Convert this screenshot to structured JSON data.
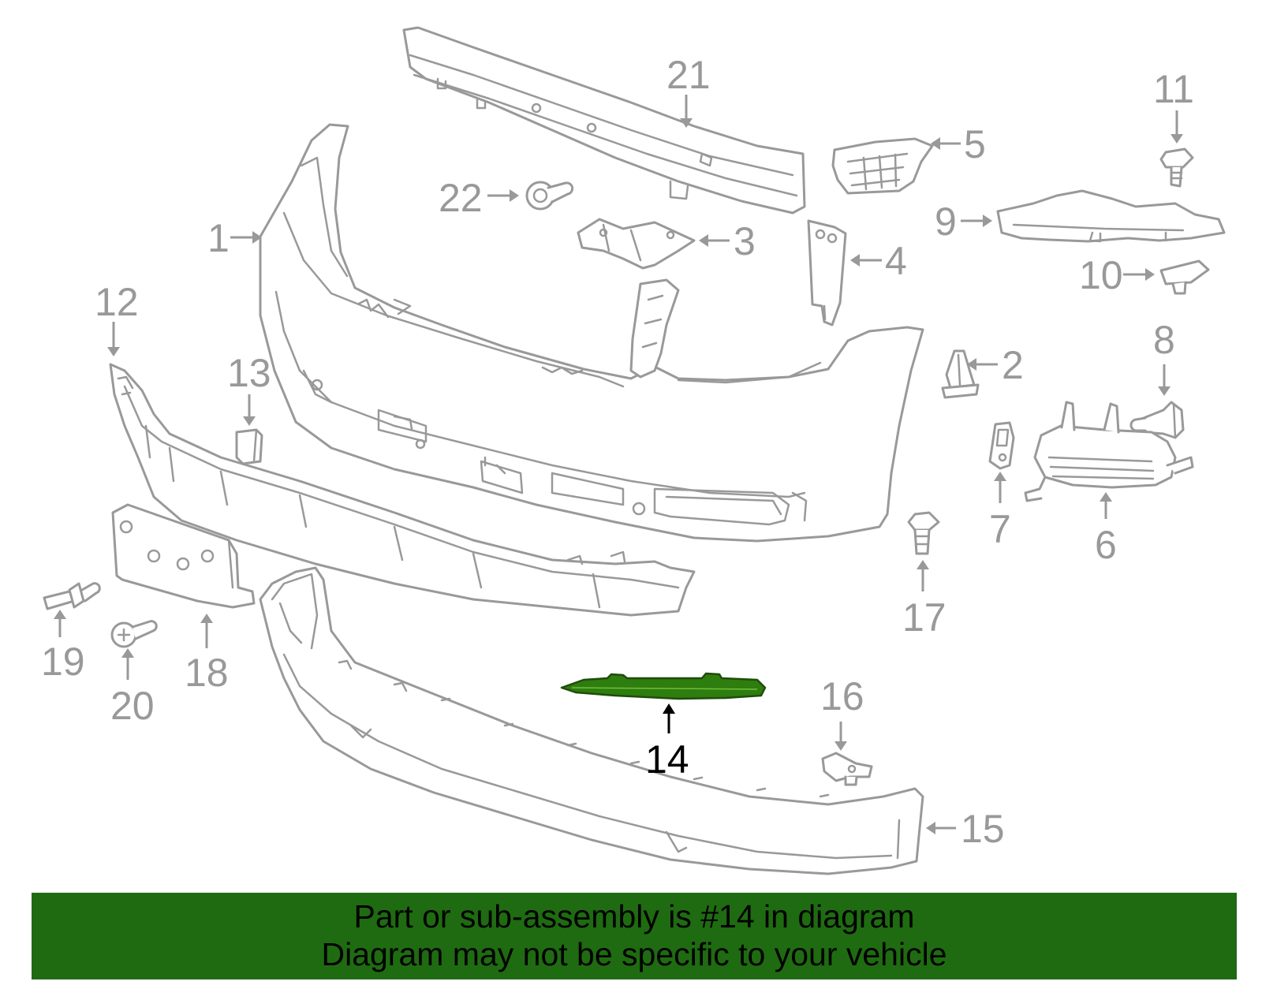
{
  "callouts": {
    "c1": "1",
    "c2": "2",
    "c3": "3",
    "c4": "4",
    "c5": "5",
    "c6": "6",
    "c7": "7",
    "c8": "8",
    "c9": "9",
    "c10": "10",
    "c11": "11",
    "c12": "12",
    "c13": "13",
    "c14": "14",
    "c15": "15",
    "c16": "16",
    "c17": "17",
    "c18": "18",
    "c19": "19",
    "c20": "20",
    "c21": "21",
    "c22": "22"
  },
  "highlighted_part": "14",
  "colors": {
    "outline": "#999999",
    "highlight_fill": "#2e7d0f",
    "banner_bg": "#1f6b11",
    "callout_text": "#999999",
    "highlight_text": "#000000"
  },
  "banner": {
    "line1": "Part or sub-assembly is #14 in diagram",
    "line2": "Diagram may not be specific to your vehicle"
  }
}
